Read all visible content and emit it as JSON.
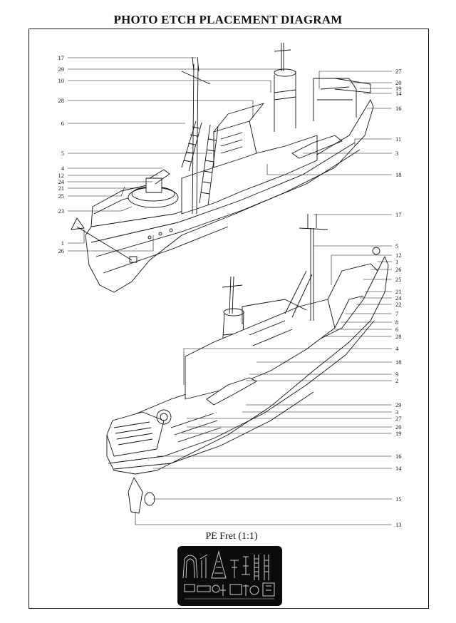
{
  "title": "PHOTO ETCH PLACEMENT DIAGRAM",
  "fret_caption": "PE Fret (1:1)",
  "top_view": {
    "left_callouts": [
      "17",
      "29",
      "10",
      "28",
      "6",
      "5",
      "4",
      "12",
      "24",
      "21",
      "25",
      "23",
      "1",
      "26"
    ],
    "right_callouts": [
      "27",
      "20",
      "19",
      "14",
      "16",
      "11",
      "3",
      "18"
    ]
  },
  "bottom_view": {
    "right_callouts": [
      "17",
      "5",
      "12",
      "1",
      "26",
      "25",
      "21",
      "24",
      "22",
      "7",
      "8",
      "6",
      "28",
      "4",
      "18",
      "9",
      "2",
      "29",
      "3",
      "27",
      "20",
      "19",
      "16",
      "14",
      "15",
      "13"
    ]
  }
}
